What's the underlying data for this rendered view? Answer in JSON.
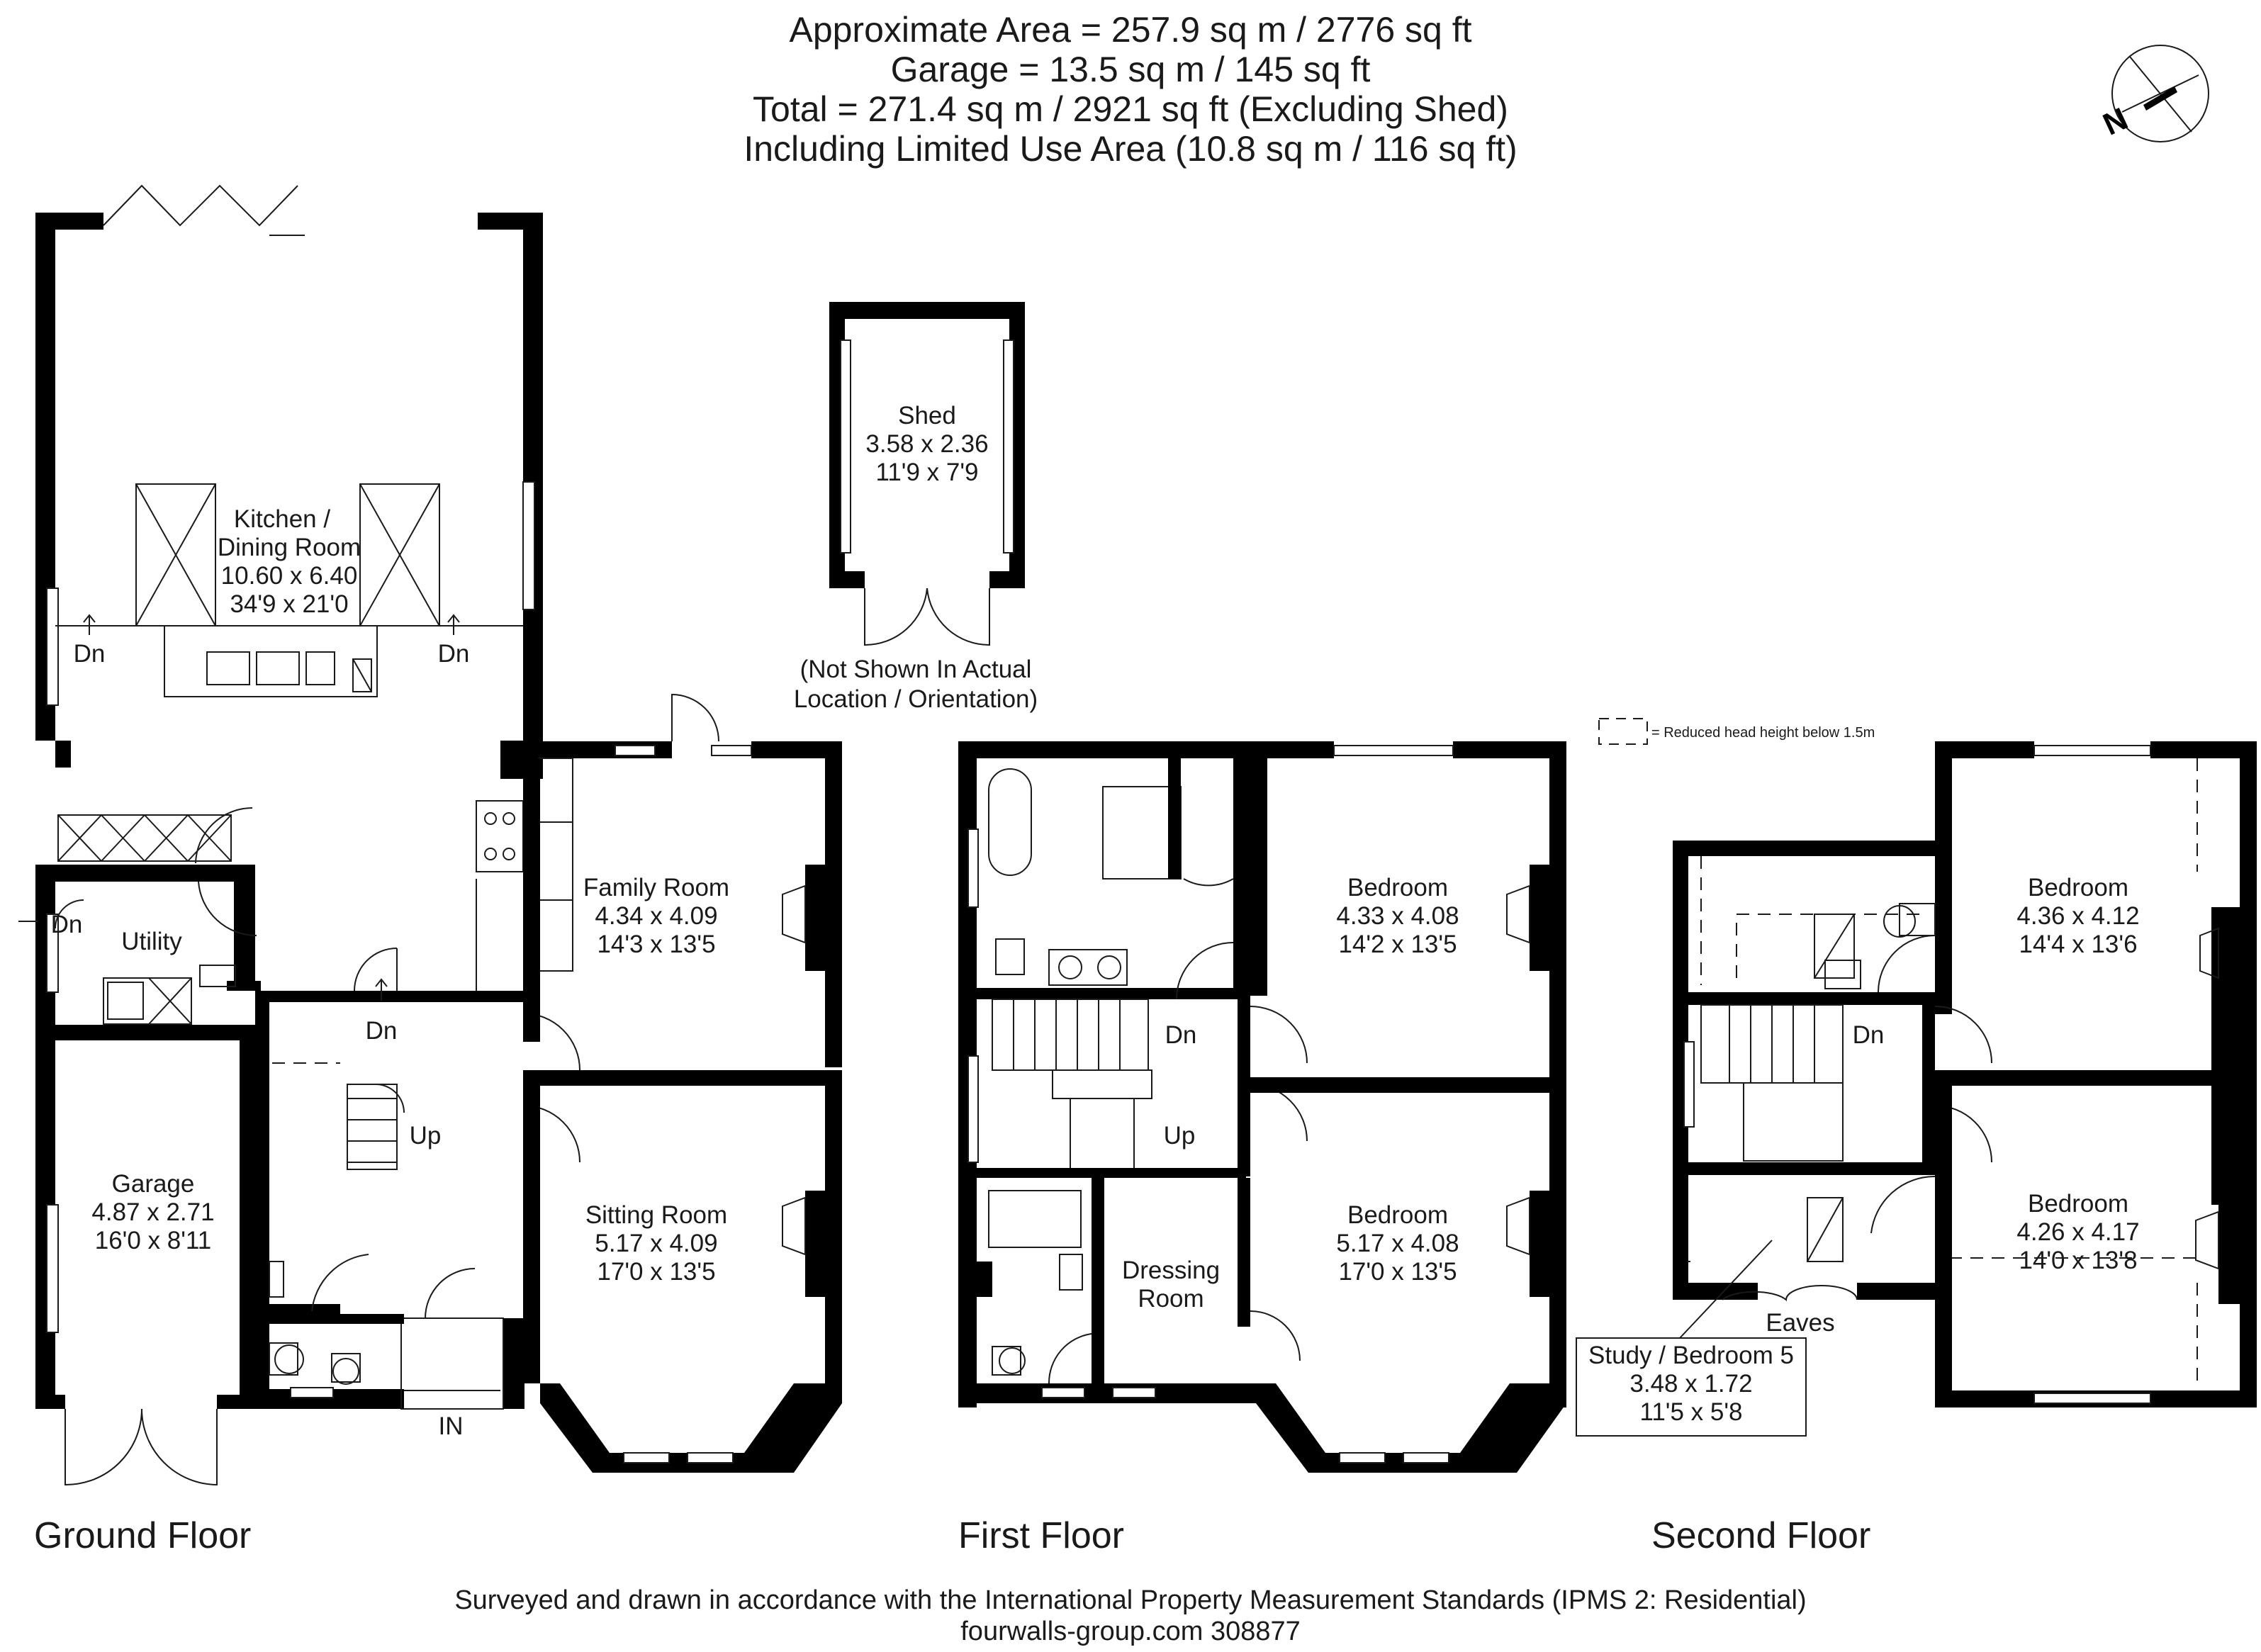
{
  "header": {
    "line1": "Approximate Area = 257.9 sq m / 2776 sq ft",
    "line2": "Garage = 13.5 sq m / 145 sq ft",
    "line3": "Total = 271.4 sq m / 2921 sq ft (Excluding Shed)",
    "line4": "Including Limited Use Area (10.8 sq m / 116 sq ft)"
  },
  "compass": {
    "label": "N"
  },
  "legend": {
    "text": "= Reduced head height below 1.5m"
  },
  "floors": {
    "ground": "Ground Floor",
    "first": "First Floor",
    "second": "Second Floor"
  },
  "rooms": {
    "kitchen": {
      "name1": "Kitchen /",
      "name2": "Dining Room",
      "metric": "10.60 x 6.40",
      "imperial": "34'9 x 21'0"
    },
    "utility": {
      "name": "Utility"
    },
    "garage": {
      "name": "Garage",
      "metric": "4.87 x 2.71",
      "imperial": "16'0 x 8'11"
    },
    "family": {
      "name": "Family Room",
      "metric": "4.34 x 4.09",
      "imperial": "14'3 x 13'5"
    },
    "sitting": {
      "name": "Sitting Room",
      "metric": "5.17 x 4.09",
      "imperial": "17'0 x 13'5"
    },
    "shed": {
      "name": "Shed",
      "metric": "3.58 x 2.36",
      "imperial": "11'9 x 7'9",
      "note1": "(Not Shown In Actual",
      "note2": "Location / Orientation)"
    },
    "ff_bed1": {
      "name": "Bedroom",
      "metric": "4.33 x 4.08",
      "imperial": "14'2 x 13'5"
    },
    "ff_bed2": {
      "name": "Bedroom",
      "metric": "5.17 x 4.08",
      "imperial": "17'0 x 13'5"
    },
    "dressing": {
      "name1": "Dressing",
      "name2": "Room"
    },
    "sf_bed1": {
      "name": "Bedroom",
      "metric": "4.36 x 4.12",
      "imperial": "14'4 x 13'6"
    },
    "sf_bed2": {
      "name": "Bedroom",
      "metric": "4.26 x 4.17",
      "imperial": "14'0 x 13'8"
    },
    "study": {
      "name": "Study / Bedroom 5",
      "metric": "3.48 x 1.72",
      "imperial": "11'5 x 5'8"
    }
  },
  "markers": {
    "dn": "Dn",
    "up": "Up",
    "in": "IN",
    "eaves": "Eaves"
  },
  "footer": {
    "line1": "Surveyed and drawn in accordance with the International Property Measurement Standards (IPMS 2: Residential)",
    "line2": "fourwalls-group.com 308877"
  }
}
